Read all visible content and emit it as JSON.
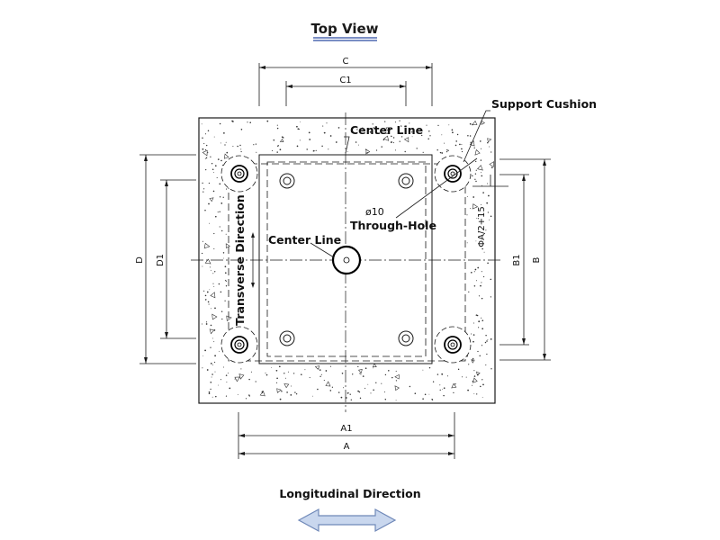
{
  "title": "Top View",
  "labels": {
    "support_cushion": "Support Cushion",
    "center_line_top": "Center Line",
    "center_line_left": "Center Line",
    "hole_diameter": "ø10",
    "through_hole": "Through-Hole",
    "transverse": "Transverse Direction",
    "longitudinal": "Longitudinal Direction"
  },
  "dimensions": {
    "C": "C",
    "C1": "C1",
    "A": "A",
    "A1": "A1",
    "B": "B",
    "B1": "B1",
    "D": "D",
    "D1": "D1",
    "offset": "ΦA/2+15"
  },
  "colors": {
    "line": "#1a1a1a",
    "title_underline": "#2b4aa0",
    "arrow_fill": "#c9d7ee",
    "arrow_stroke": "#6f88b8",
    "cushion_fill": "#ffffff"
  }
}
